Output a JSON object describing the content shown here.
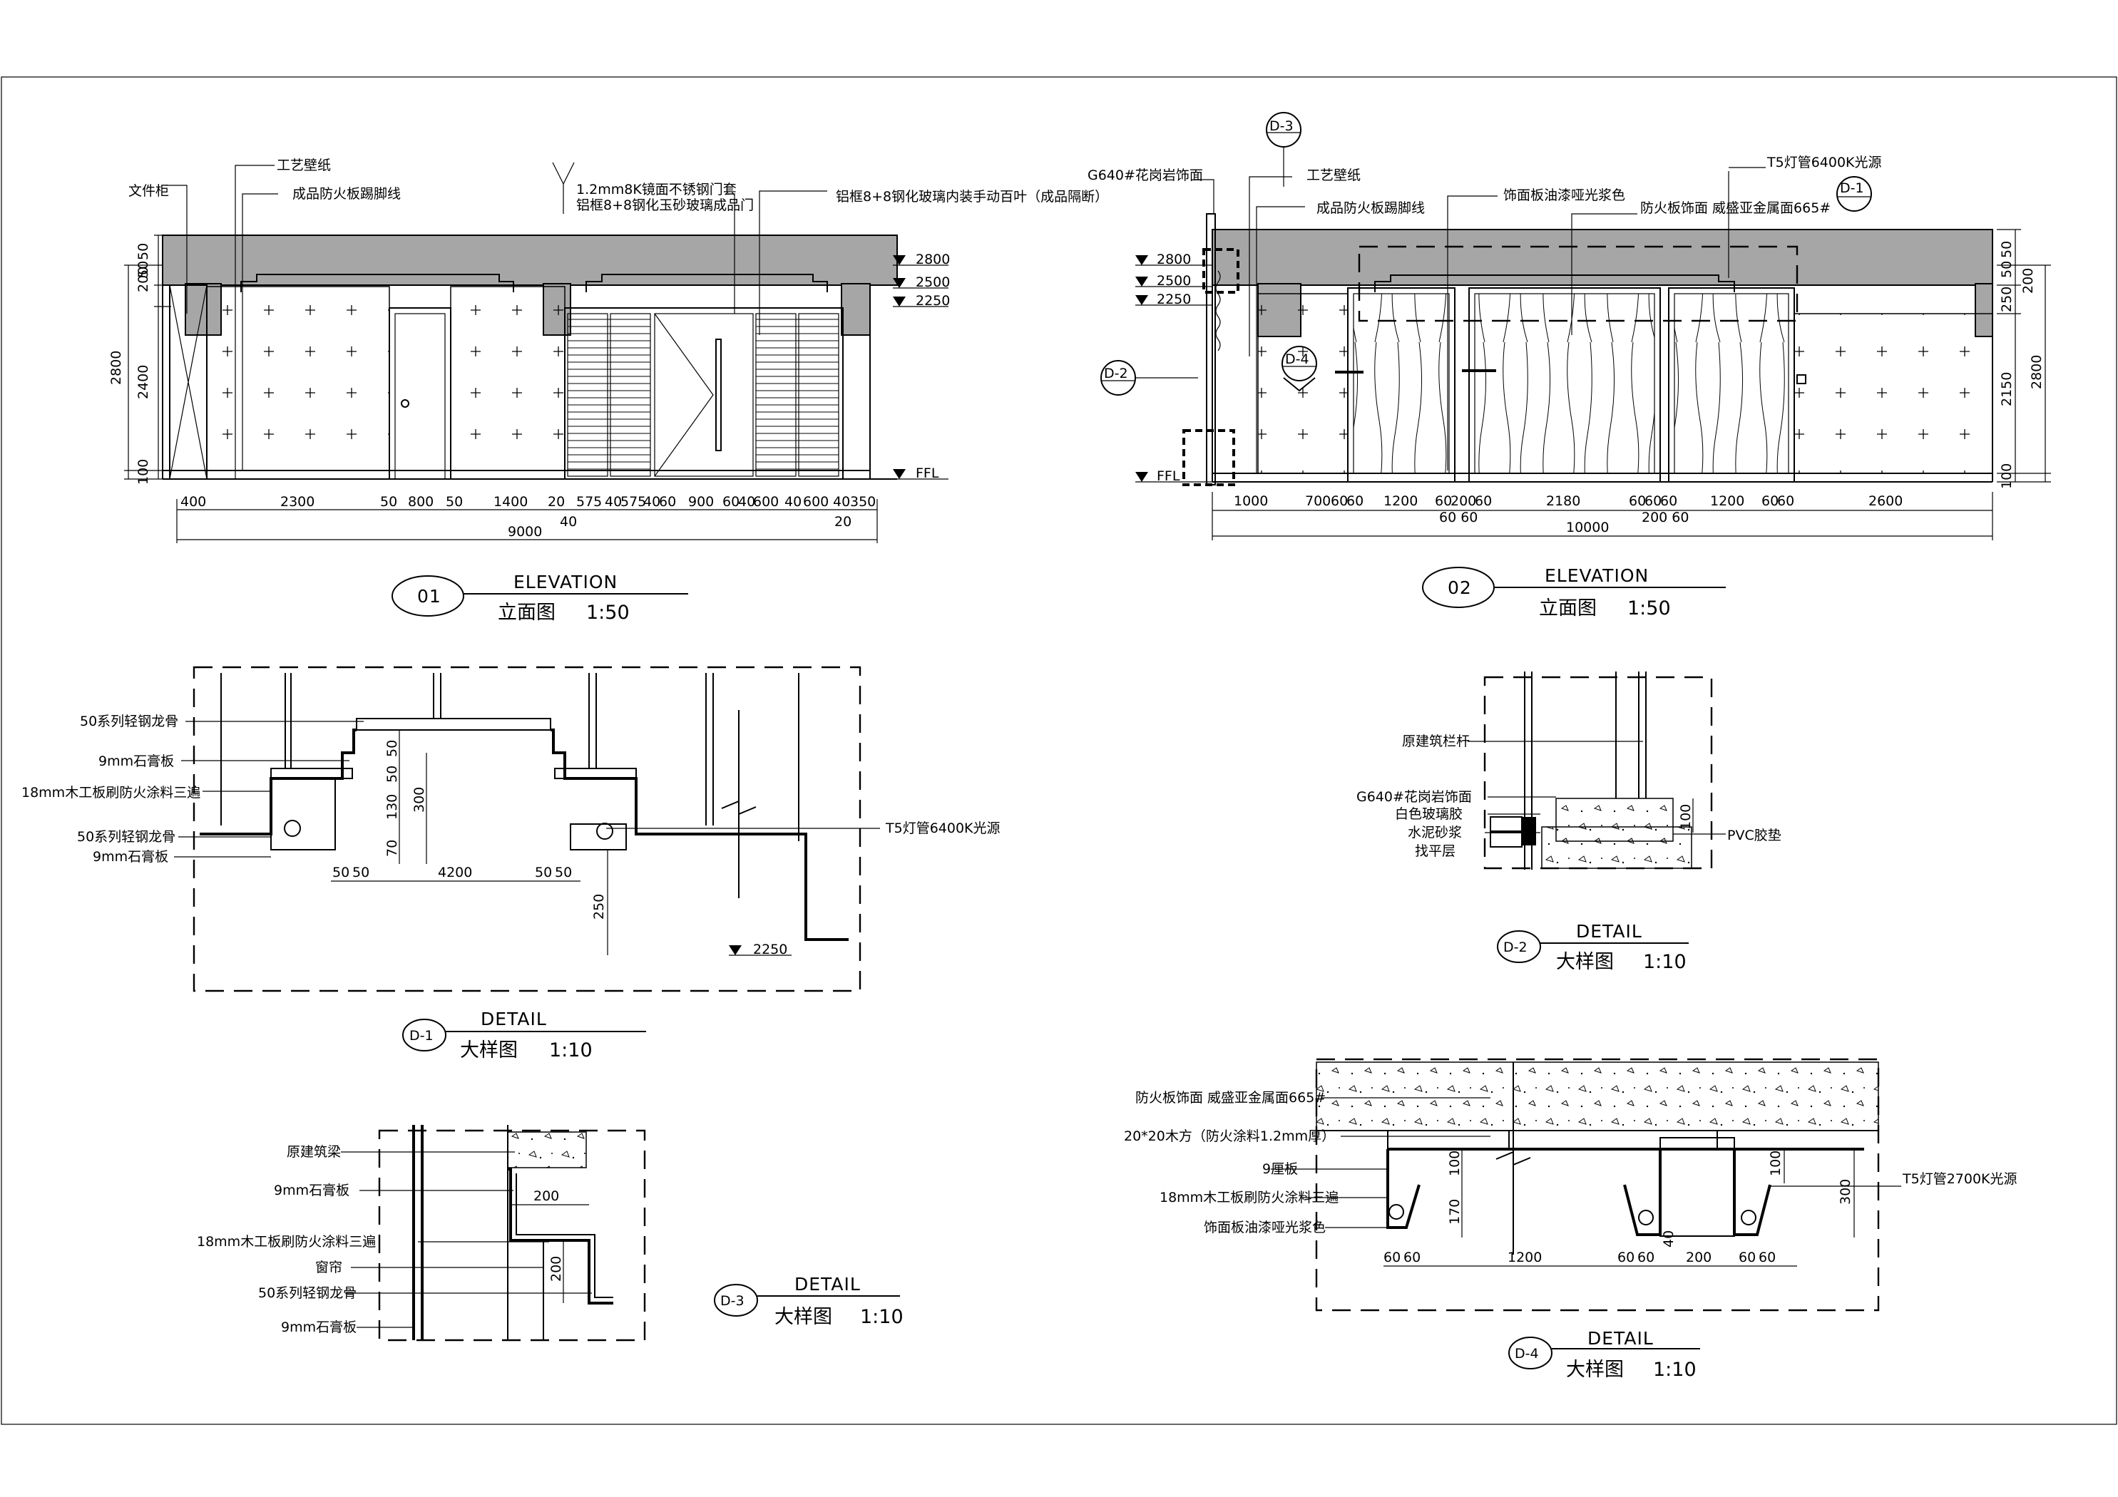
{
  "drawing_1": {
    "bubble": "01",
    "title": "ELEVATION",
    "subtitle": "立面图",
    "scale": "1:50",
    "labels": [
      "文件柜",
      "工艺壁纸",
      "成品防火板踢脚线",
      "1.2mm8K镜面不锈钢门套",
      "铝框8+8钢化玉砂玻璃成品门",
      "铝框8+8钢化玻璃内装手动百叶（成品隔断）"
    ],
    "levels": [
      "2800",
      "2500",
      "2250",
      "FFL"
    ],
    "vertical_dims": [
      "50",
      "50",
      "200",
      "2800",
      "2400",
      "100"
    ],
    "horizontal_dims": [
      "400",
      "2300",
      "50",
      "800",
      "50",
      "1400",
      "20",
      "575",
      "40",
      "575",
      "40",
      "60",
      "900",
      "60",
      "40",
      "600",
      "40",
      "600",
      "40",
      "350"
    ],
    "sub_dims": [
      "40",
      "20"
    ],
    "total": "9000"
  },
  "drawing_2": {
    "bubble": "02",
    "title": "ELEVATION",
    "subtitle": "立面图",
    "scale": "1:50",
    "labels": [
      "G640#花岗岩饰面",
      "工艺壁纸",
      "成品防火板踢脚线",
      "饰面板油漆哑光浆色",
      "T5灯管6400K光源",
      "防火板饰面 威盛亚金属面665#"
    ],
    "levels": [
      "2800",
      "2500",
      "2250",
      "FFL"
    ],
    "markers": [
      "D-3",
      "D-1",
      "D-2",
      "D-4"
    ],
    "vertical_dims": [
      "50",
      "50",
      "200",
      "250",
      "2150",
      "2800",
      "100"
    ],
    "horizontal_dims": [
      "1000",
      "700",
      "60",
      "60",
      "1200",
      "60",
      "200",
      "60",
      "2180",
      "60",
      "60",
      "60",
      "1200",
      "60",
      "60",
      "2600"
    ],
    "sub_dims": [
      "60 60",
      "200 60"
    ],
    "total": "10000"
  },
  "detail_d1": {
    "bubble": "D-1",
    "title": "DETAIL",
    "subtitle": "大样图",
    "scale": "1:10",
    "labels": [
      "50系列轻钢龙骨",
      "9mm石膏板",
      "18mm木工板刷防火涂料三遍",
      "50系列轻钢龙骨",
      "9mm石膏板",
      "T5灯管6400K光源"
    ],
    "dims": [
      "50",
      "50",
      "130",
      "300",
      "70",
      "50",
      "50",
      "4200",
      "50",
      "50",
      "250"
    ],
    "level": "2250"
  },
  "detail_d2": {
    "bubble": "D-2",
    "title": "DETAIL",
    "subtitle": "大样图",
    "scale": "1:10",
    "labels": [
      "原建筑栏杆",
      "G640#花岗岩饰面",
      "白色玻璃胶",
      "水泥砂浆",
      "找平层",
      "PVC胶垫"
    ],
    "dims": [
      "100"
    ]
  },
  "detail_d3": {
    "bubble": "D-3",
    "title": "DETAIL",
    "subtitle": "大样图",
    "scale": "1:10",
    "labels": [
      "原建筑梁",
      "9mm石膏板",
      "18mm木工板刷防火涂料三遍",
      "窗帘",
      "50系列轻钢龙骨",
      "9mm石膏板"
    ],
    "dims": [
      "200",
      "200"
    ]
  },
  "detail_d4": {
    "bubble": "D-4",
    "title": "DETAIL",
    "subtitle": "大样图",
    "scale": "1:10",
    "labels": [
      "防火板饰面 威盛亚金属面665#",
      "20*20木方（防火涂料1.2mm厚）",
      "9厘板",
      "18mm木工板刷防火涂料三遍",
      "饰面板油漆哑光浆色",
      "T5灯管2700K光源"
    ],
    "dims": [
      "100",
      "170",
      "60",
      "60",
      "1200",
      "60",
      "60",
      "200",
      "60",
      "60",
      "40",
      "100",
      "300"
    ]
  }
}
